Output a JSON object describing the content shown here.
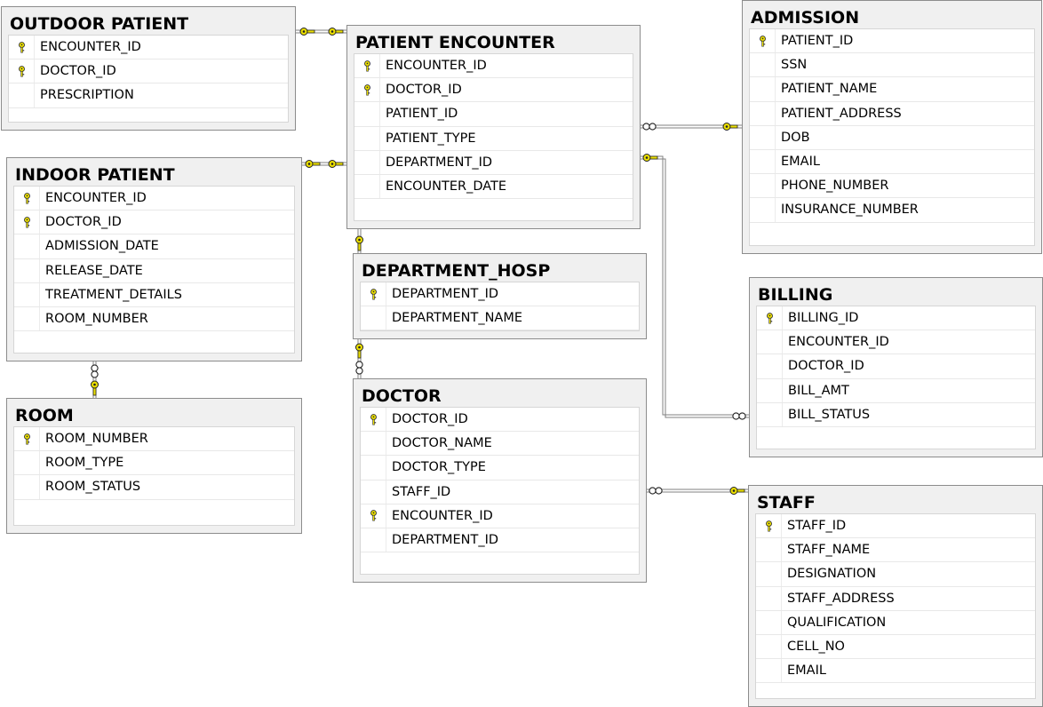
{
  "tables": {
    "outdoor_patient": {
      "title": "OUTDOOR PATIENT",
      "columns": [
        {
          "name": "ENCOUNTER_ID",
          "key": true
        },
        {
          "name": "DOCTOR_ID",
          "key": true
        },
        {
          "name": "PRESCRIPTION",
          "key": false
        }
      ]
    },
    "patient_encounter": {
      "title": "PATIENT ENCOUNTER",
      "columns": [
        {
          "name": "ENCOUNTER_ID",
          "key": true
        },
        {
          "name": "DOCTOR_ID",
          "key": true
        },
        {
          "name": "PATIENT_ID",
          "key": false
        },
        {
          "name": "PATIENT_TYPE",
          "key": false
        },
        {
          "name": "DEPARTMENT_ID",
          "key": false
        },
        {
          "name": "ENCOUNTER_DATE",
          "key": false
        }
      ]
    },
    "admission": {
      "title": "ADMISSION",
      "columns": [
        {
          "name": "PATIENT_ID",
          "key": true
        },
        {
          "name": "SSN",
          "key": false
        },
        {
          "name": "PATIENT_NAME",
          "key": false
        },
        {
          "name": "PATIENT_ADDRESS",
          "key": false
        },
        {
          "name": "DOB",
          "key": false
        },
        {
          "name": "EMAIL",
          "key": false
        },
        {
          "name": "PHONE_NUMBER",
          "key": false
        },
        {
          "name": "INSURANCE_NUMBER",
          "key": false
        }
      ]
    },
    "indoor_patient": {
      "title": "INDOOR PATIENT",
      "columns": [
        {
          "name": "ENCOUNTER_ID",
          "key": true
        },
        {
          "name": "DOCTOR_ID",
          "key": true
        },
        {
          "name": "ADMISSION_DATE",
          "key": false
        },
        {
          "name": "RELEASE_DATE",
          "key": false
        },
        {
          "name": "TREATMENT_DETAILS",
          "key": false
        },
        {
          "name": "ROOM_NUMBER",
          "key": false
        }
      ]
    },
    "department_hosp": {
      "title": "DEPARTMENT_HOSP",
      "columns": [
        {
          "name": "DEPARTMENT_ID",
          "key": true
        },
        {
          "name": "DEPARTMENT_NAME",
          "key": false
        }
      ]
    },
    "billing": {
      "title": "BILLING",
      "columns": [
        {
          "name": "BILLING_ID",
          "key": true
        },
        {
          "name": "ENCOUNTER_ID",
          "key": false
        },
        {
          "name": "DOCTOR_ID",
          "key": false
        },
        {
          "name": "BILL_AMT",
          "key": false
        },
        {
          "name": "BILL_STATUS",
          "key": false
        }
      ]
    },
    "room": {
      "title": "ROOM",
      "columns": [
        {
          "name": "ROOM_NUMBER",
          "key": true
        },
        {
          "name": "ROOM_TYPE",
          "key": false
        },
        {
          "name": "ROOM_STATUS",
          "key": false
        }
      ]
    },
    "doctor": {
      "title": "DOCTOR",
      "columns": [
        {
          "name": "DOCTOR_ID",
          "key": true
        },
        {
          "name": "DOCTOR_NAME",
          "key": false
        },
        {
          "name": "DOCTOR_TYPE",
          "key": false
        },
        {
          "name": "STAFF_ID",
          "key": false
        },
        {
          "name": "ENCOUNTER_ID",
          "key": true
        },
        {
          "name": "DEPARTMENT_ID",
          "key": false
        }
      ]
    },
    "staff": {
      "title": "STAFF",
      "columns": [
        {
          "name": "STAFF_ID",
          "key": true
        },
        {
          "name": "STAFF_NAME",
          "key": false
        },
        {
          "name": "DESIGNATION",
          "key": false
        },
        {
          "name": "STAFF_ADDRESS",
          "key": false
        },
        {
          "name": "QUALIFICATION",
          "key": false
        },
        {
          "name": "CELL_NO",
          "key": false
        },
        {
          "name": "EMAIL",
          "key": false
        }
      ]
    }
  },
  "colors": {
    "key_icon": "#e8d800",
    "connector": "#808080",
    "table_frame": "#f0f0f0",
    "table_border": "#8c8c8c"
  },
  "icons": {
    "primary_key": "key-icon",
    "one_end": "key-icon",
    "many_end": "infinity-icon"
  }
}
